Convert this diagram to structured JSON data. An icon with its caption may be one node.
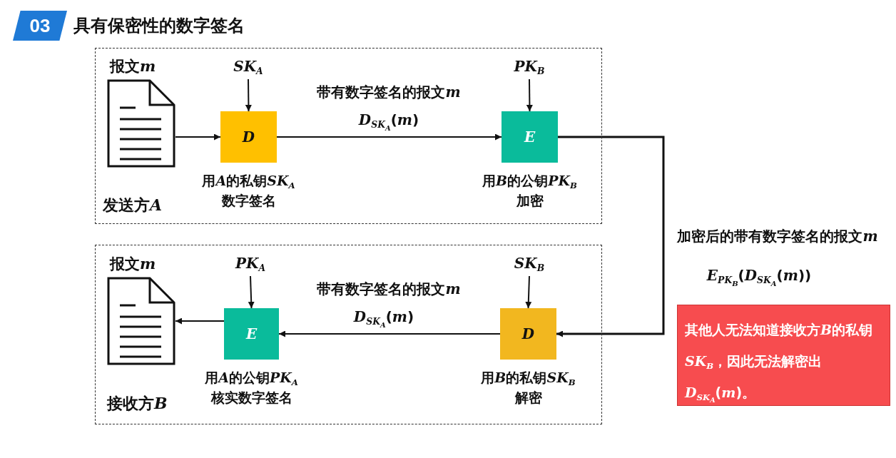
{
  "diagram": {
    "title": "具有保密性的数字签名",
    "nodes": [
      {
        "text": [
          "发送方A"
        ]
      },
      {
        "text": [
          "报文m"
        ],
        "in": 0
      },
      {
        "text": [
          "D"
        ],
        "in": 0,
        "beside": [
          "用A的私钥SK$_{A}$",
          "数字签名"
        ]
      },
      {
        "text": [
          "SK$_{A}$"
        ],
        "in": 0
      },
      {
        "text": [
          "E"
        ],
        "in": 0,
        "beside": [
          "用B的公钥PK$_{B}$",
          "加密"
        ]
      },
      {
        "text": [
          "PK$_{B}$"
        ],
        "in": 0
      },
      {
        "text": [
          "接收方B"
        ]
      },
      {
        "text": [
          "报文m"
        ],
        "in": 6
      },
      {
        "text": [
          "E"
        ],
        "in": 6,
        "beside": [
          "用A的公钥PK$_{A}$",
          "核实数字签名"
        ]
      },
      {
        "text": [
          "PK$_{A}$"
        ],
        "in": 6
      },
      {
        "text": [
          "D"
        ],
        "in": 6,
        "beside": [
          "用B的私钥SK$_{B}$",
          "解密"
        ]
      },
      {
        "text": [
          "SK$_{B}$"
        ],
        "in": 6
      },
      {
        "text": [
          "其他人无法知道接收方B的私钥SK$_{B}$，因此无法解密出D$_{SK}$$_{A}$(m)。"
        ]
      }
    ],
    "edges": [
      {
        "from": 1,
        "to": 2,
        "arrow": "to"
      },
      {
        "from": 3,
        "to": 2,
        "arrow": "to"
      },
      {
        "from": 2,
        "to": 4,
        "arrow": "to",
        "label": "D$_{SK}$$_{A}$(m)"
      },
      {
        "from": 5,
        "to": 4,
        "arrow": "to"
      },
      {
        "from": 4,
        "to": 10,
        "arrow": "to",
        "label": "加密后的带有数字签名的报文m"
      },
      {
        "from": 11,
        "to": 10,
        "arrow": "to"
      },
      {
        "from": 10,
        "to": 8,
        "arrow": "to",
        "label": "D$_{SK}$$_{A}$(m)"
      },
      {
        "from": 9,
        "to": 8,
        "arrow": "to"
      },
      {
        "from": 8,
        "to": 7,
        "arrow": "to"
      }
    ],
    "labels": [
      "03",
      "带有数字签名的报文m",
      "带有数字签名的报文m",
      "E$_{PK}$$_{B}$(D$_{SK}$$_{A}$(m))"
    ]
  }
}
